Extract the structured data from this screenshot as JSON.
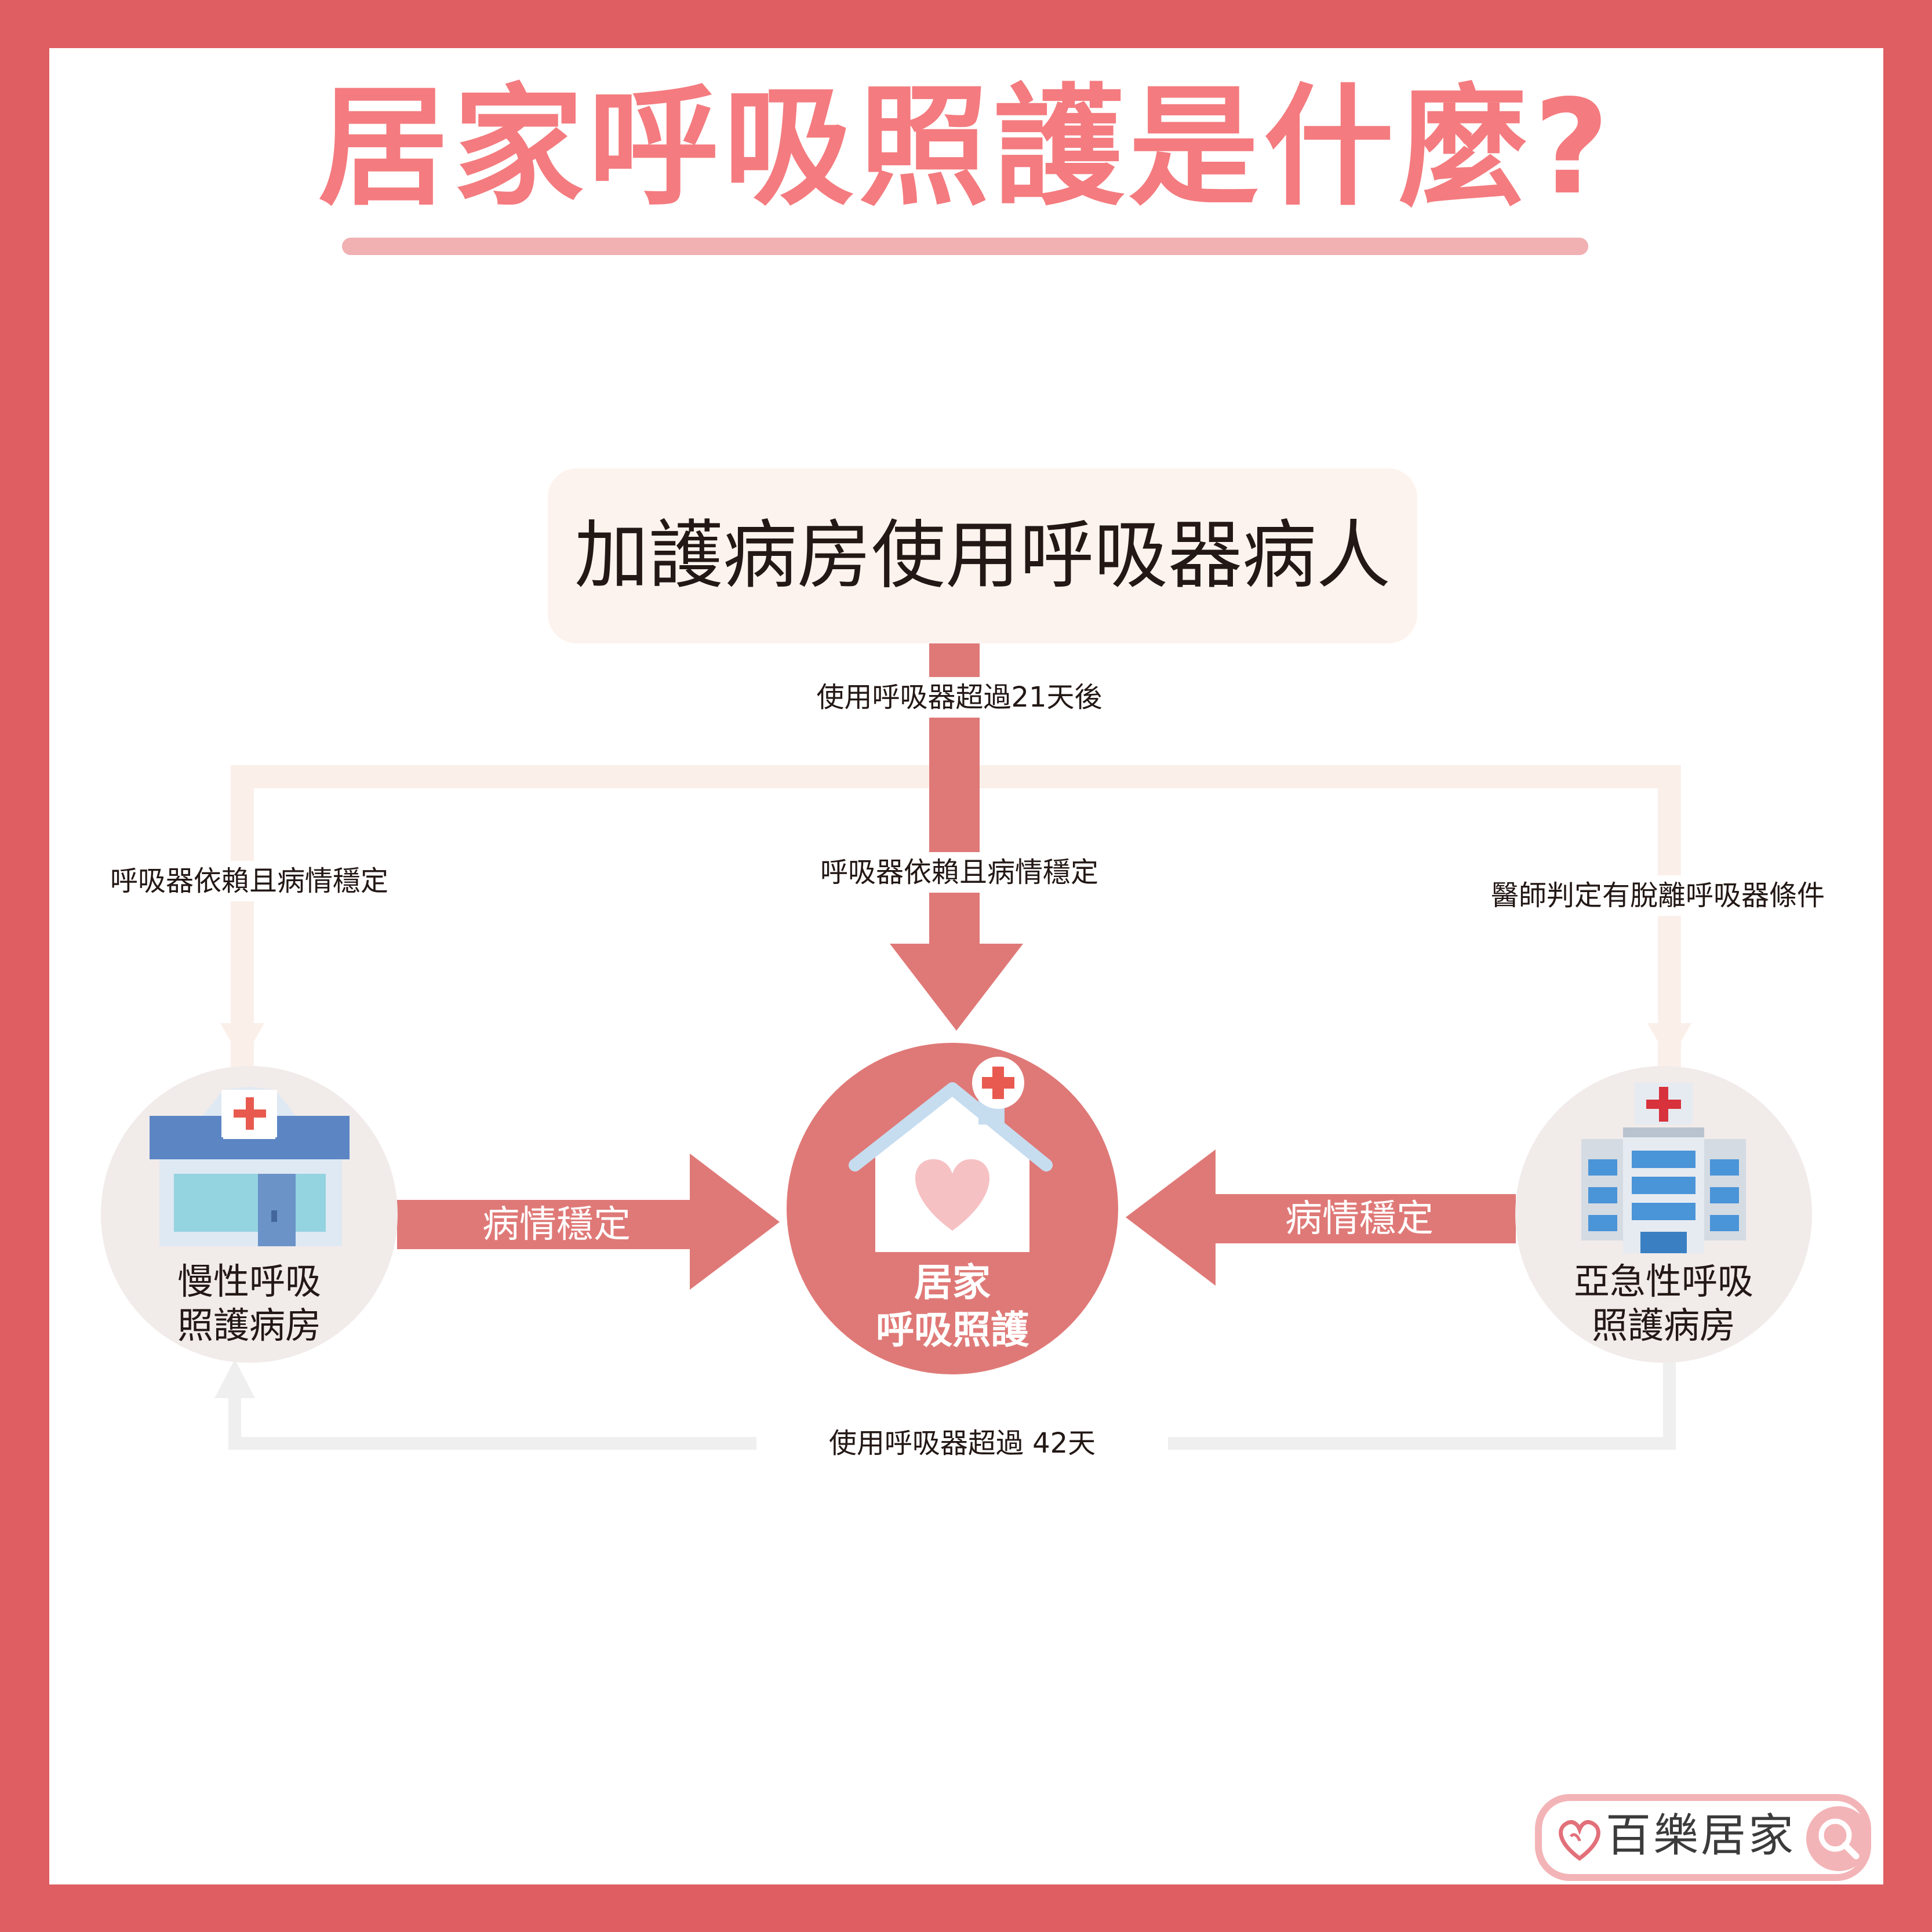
{
  "title": "居家呼吸照護是什麼?",
  "top_box": {
    "label": "加護病房使用呼吸器病人"
  },
  "edges": {
    "down_upper_label": "使用呼吸器超過21天後",
    "down_lower_label": "呼吸器依賴且病情穩定",
    "left_branch_label": "呼吸器依賴且病情穩定",
    "right_branch_label": "醫師判定有脫離呼吸器條件",
    "left_to_home_label": "病情穩定",
    "right_to_home_label": "病情穩定",
    "bottom_loop_label": "使用呼吸器超過 42天"
  },
  "nodes": {
    "home": {
      "line1": "居家",
      "line2": "呼吸照護"
    },
    "chronic": {
      "line1": "慢性呼吸",
      "line2": "照護病房"
    },
    "subacute": {
      "line1": "亞急性呼吸",
      "line2": "照護病房"
    }
  },
  "logo": {
    "text": "百樂居家"
  },
  "colors": {
    "frame": "#de5e61",
    "title": "#f47b7f",
    "arrow": "#df7977",
    "light_arrow": "#fbefe9",
    "loop": "#efefef",
    "node_circle": "#f1ebea",
    "top_box": "#fdf3ee"
  }
}
